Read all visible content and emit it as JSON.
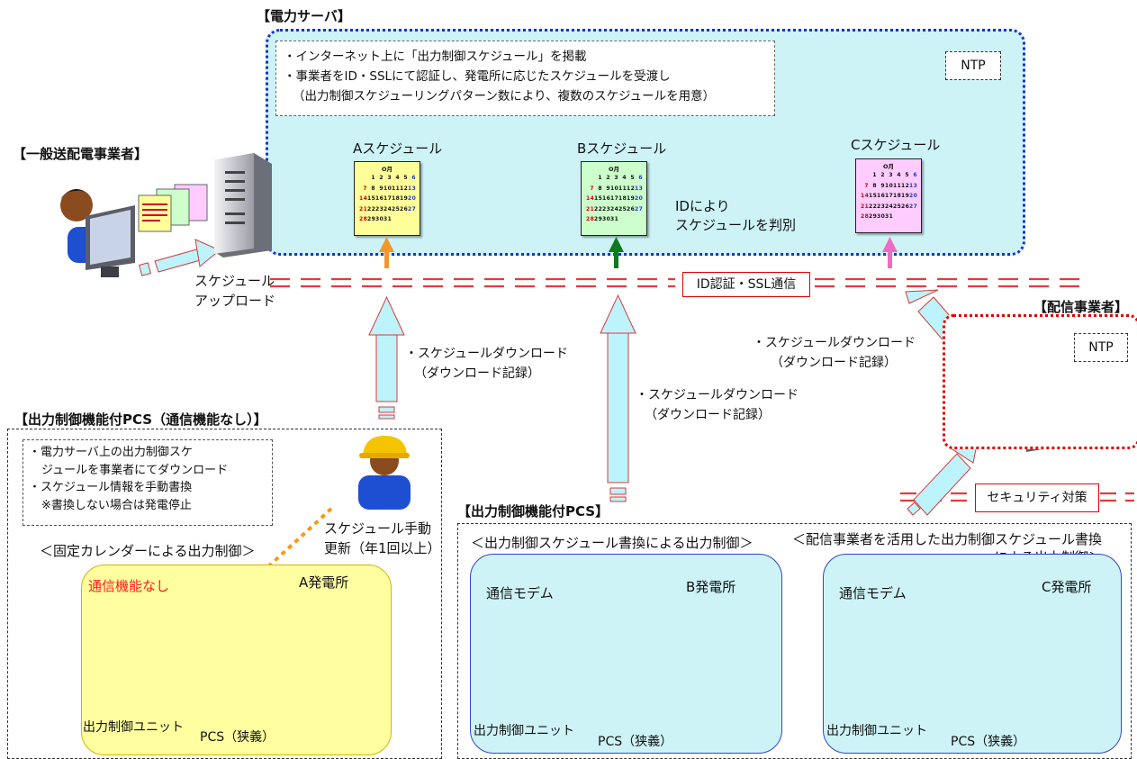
{
  "server": {
    "title": "【電力サーバ】",
    "notes": [
      "・インターネット上に「出力制御スケジュール」を掲載",
      "・事業者をID・SSLにて認証し、発電所に応じたスケジュールを受渡し",
      "（出力制御スケジューリングパターン数により、複数のスケジュールを用意）"
    ],
    "ntp": "NTP",
    "schedules": [
      "Aスケジュール",
      "Bスケジュール",
      "Cスケジュール"
    ],
    "id_note": [
      "IDにより",
      "スケジュールを判別"
    ]
  },
  "calendar": {
    "month": "O月",
    "weeks": [
      [
        "",
        "1",
        "2",
        "3",
        "4",
        "5",
        "6"
      ],
      [
        "7",
        "8",
        "9",
        "10",
        "11",
        "12",
        "13"
      ],
      [
        "14",
        "15",
        "16",
        "17",
        "18",
        "19",
        "20"
      ],
      [
        "21",
        "22",
        "23",
        "24",
        "25",
        "26",
        "27"
      ],
      [
        "28",
        "29",
        "30",
        "31",
        "",
        "",
        ""
      ]
    ],
    "colors": {
      "A": "#ffff99",
      "B": "#ccffcc",
      "C": "#ffccff"
    }
  },
  "transmission": {
    "title": "【一般送配電事業者】",
    "upload": [
      "スケジュール",
      "アップロード"
    ]
  },
  "auth_label": "ID認証・SSL通信",
  "downloads": {
    "a": [
      "・スケジュールダウンロード",
      "（ダウンロード記録）"
    ],
    "b": [
      "・スケジュールダウンロード",
      "（ダウンロード記録）"
    ],
    "c": [
      "・スケジュールダウンロード",
      "（ダウンロード記録）"
    ]
  },
  "distributor": {
    "title": "【配信事業者】",
    "ntp": "NTP",
    "security": "セキュリティ対策"
  },
  "pcs_no_comm": {
    "title": "【出力制御機能付PCS（通信機能なし）】",
    "notes": [
      "・電力サーバ上の出力制御スケ",
      "ジュールを事業者にてダウンロード",
      "・スケジュール情報を手動書換",
      "※書換しない場合は発電停止"
    ],
    "manual_update": [
      "スケジュール手動",
      "更新（年1回以上）"
    ],
    "method": "＜固定カレンダーによる出力制御＞",
    "no_comm": "通信機能なし",
    "plant": "A発電所",
    "unit": "出力制御ユニット",
    "pcs": "PCS（狭義）"
  },
  "pcs_comm": {
    "title": "【出力制御機能付PCS】",
    "method_b": "＜出力制御スケジュール書換による出力制御＞",
    "method_c": [
      "＜配信事業者を活用した出力制御スケジュール書換",
      "による出力制御＞"
    ],
    "modem": "通信モデム",
    "plant_b": "B発電所",
    "plant_c": "C発電所",
    "unit": "出力制御ユニット",
    "pcs": "PCS（狭義）"
  },
  "arrow_colors": {
    "a": "#f4972b",
    "b": "#0e7a1d",
    "c": "#f06cc4",
    "pipe": "#bdf3fb",
    "pipe_edge": "#d63b3b",
    "dash": "#e33b3b"
  }
}
